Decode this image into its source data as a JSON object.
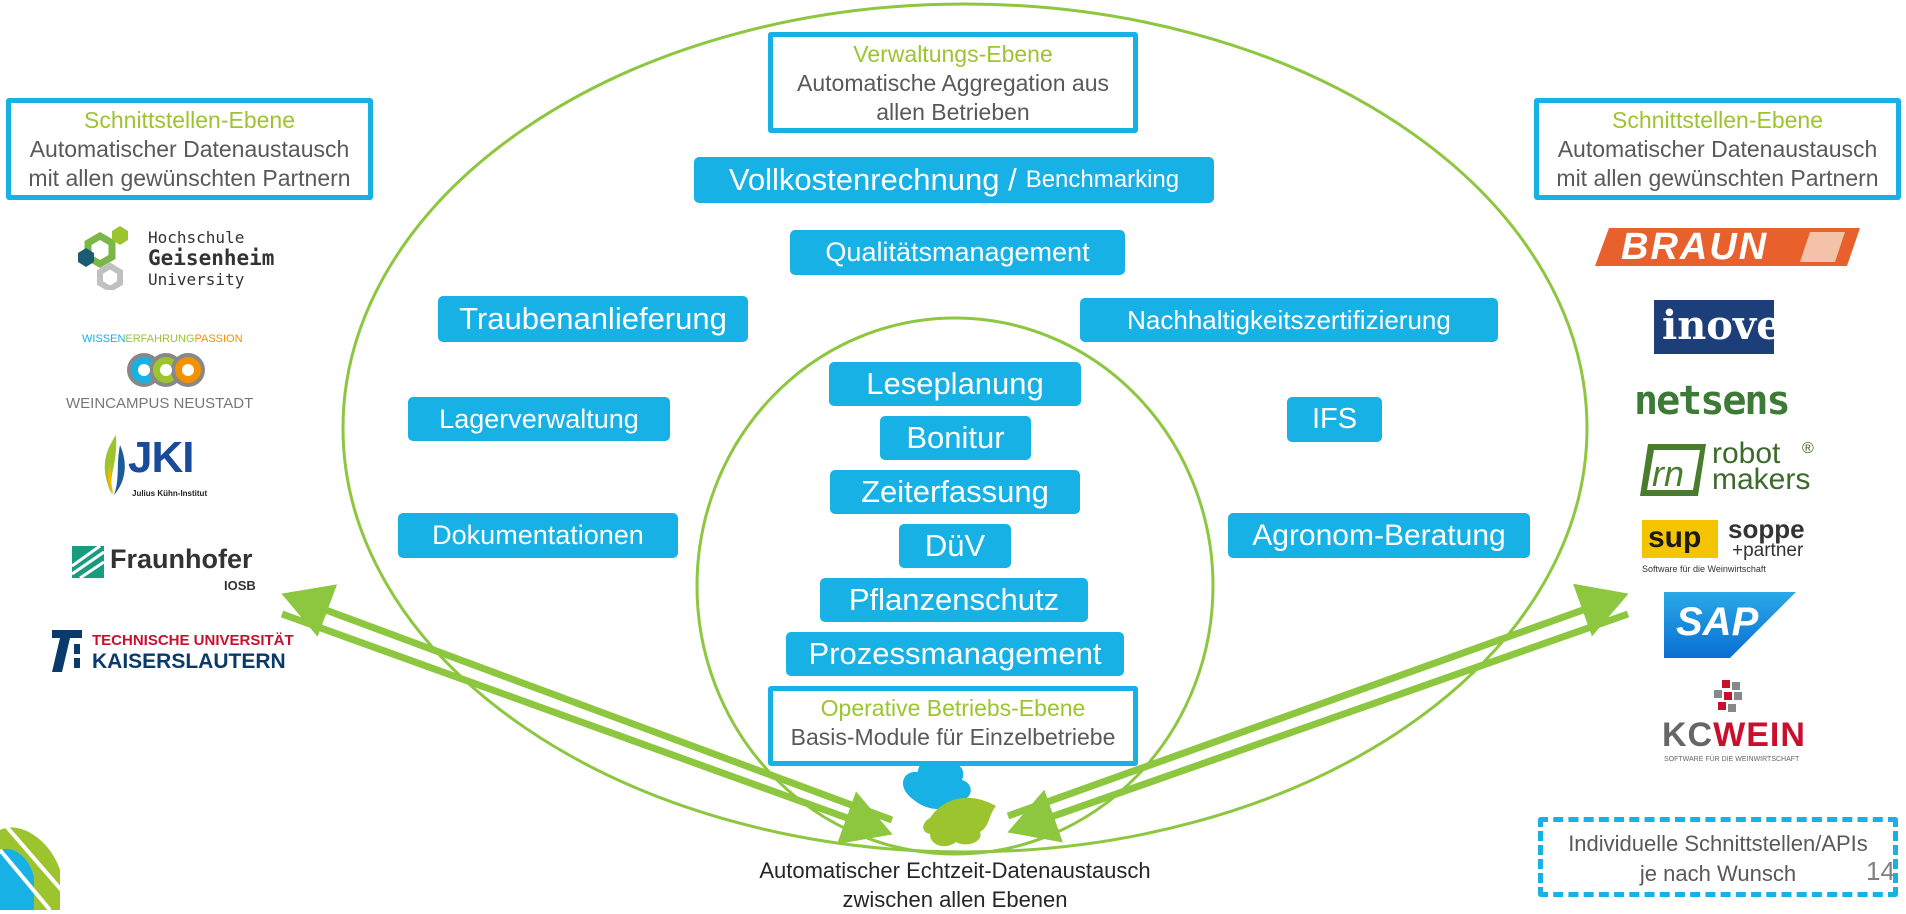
{
  "top_box": {
    "title": "Verwaltungs-Ebene",
    "line1": "Automatische Aggregation aus",
    "line2": "allen Betrieben"
  },
  "left_box": {
    "title": "Schnittstellen-Ebene",
    "line1": "Automatischer Datenaustausch",
    "line2": "mit allen gewünschten Partnern"
  },
  "right_box": {
    "title": "Schnittstellen-Ebene",
    "line1": "Automatischer Datenaustausch",
    "line2": "mit allen gewünschten Partnern"
  },
  "operative_box": {
    "title": "Operative Betriebs-Ebene",
    "line1": "Basis-Module für Einzelbetriebe"
  },
  "outer_modules": {
    "vollkosten": "Vollkostenrechnung /",
    "benchmarking": "Benchmarking",
    "qualitaet": "Qualitätsmanagement",
    "trauben": "Traubenanlieferung",
    "nachhaltig": "Nachhaltigkeitszertifizierung",
    "lager": "Lagerverwaltung",
    "ifs": "IFS",
    "doku": "Dokumentationen",
    "agronom": "Agronom-Beratung"
  },
  "inner_modules": {
    "lese": "Leseplanung",
    "bonitur": "Bonitur",
    "zeit": "Zeiterfassung",
    "duev": "DüV",
    "pflanzen": "Pflanzenschutz",
    "prozess": "Prozessmanagement"
  },
  "caption": {
    "line1": "Automatischer Echtzeit-Datenaustausch",
    "line2": "zwischen allen Ebenen"
  },
  "api_box": {
    "line1": "Individuelle Schnittstellen/APIs",
    "line2": "je nach Wunsch"
  },
  "page_number": "14",
  "left_partners": {
    "geisenheim": {
      "l1": "Hochschule",
      "l2": "Geisenheim",
      "l3": "University"
    },
    "weincampus": {
      "tag1": "WISSEN",
      "tag2": "ERFAHRUNG",
      "tag3": "PASSION",
      "name": "WEINCAMPUS NEUSTADT"
    },
    "jki": {
      "name": "JKI",
      "sub": "Julius Kühn-Institut"
    },
    "fraunhofer": {
      "name": "Fraunhofer",
      "sub": "IOSB"
    },
    "tu": {
      "l1": "TECHNISCHE UNIVERSITÄT",
      "l2": "KAISERSLAUTERN"
    }
  },
  "right_partners": {
    "braun": "BRAUN",
    "inovel": "inovel",
    "netsens": "netsens",
    "robotmakers": {
      "l1": "robot",
      "l2": "makers",
      "reg": "®"
    },
    "soppe": {
      "sup": "sup",
      "l1": "soppe",
      "l2": "+partner",
      "sub": "Software für die Weinwirtschaft"
    },
    "sap": "SAP",
    "kcwein": {
      "kc": "KC",
      "wein": "WEIN",
      "sub": "SOFTWARE FÜR DIE WEINWIRTSCHAFT"
    }
  },
  "colors": {
    "accent_blue": "#17b1e6",
    "green": "#9cc42e",
    "arrow_green": "#8dc63f"
  }
}
